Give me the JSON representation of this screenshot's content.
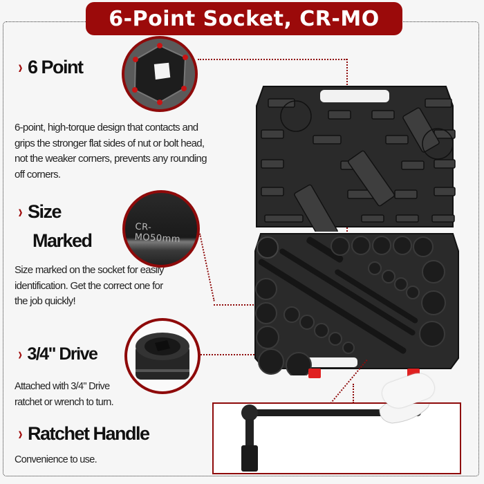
{
  "title": "6-Point Socket, CR-MO",
  "colors": {
    "accent": "#9b0a0a",
    "background": "#f6f6f6",
    "text": "#111111",
    "case": "#232323",
    "latch": "#e02020"
  },
  "features": [
    {
      "heading": "6 Point",
      "description": [
        "6-point, high-torque design that contacts and",
        "grips the stronger flat sides of nut or bolt head,",
        "not the weaker corners, prevents any rounding",
        "off corners."
      ],
      "icon": "hex-socket-closeup"
    },
    {
      "heading_line1": "Size",
      "heading_line2": "Marked",
      "description": [
        "Size marked on the socket for easily",
        "identification. Get the correct one for",
        "the job quickly!"
      ],
      "icon": "size-marking-closeup",
      "marking_text": "CR-MO50mm"
    },
    {
      "heading": "3/4\" Drive",
      "description": [
        "Attached with 3/4\" Drive",
        "ratchet or wrench to turn."
      ],
      "icon": "drive-socket-closeup"
    },
    {
      "heading": "Ratchet Handle",
      "description": [
        "Convenience to use."
      ],
      "icon": "ratchet-handle-photo"
    }
  ],
  "chevron": "›"
}
